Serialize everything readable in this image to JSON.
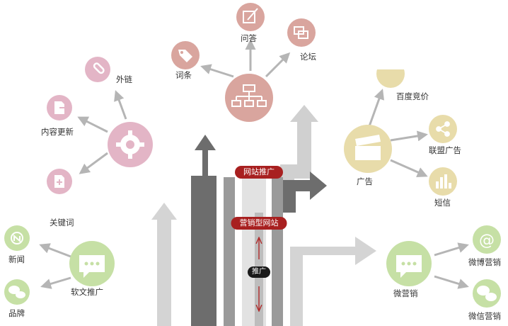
{
  "colors": {
    "pink": "#e3b5c6",
    "rose": "#d9a59e",
    "beige": "#e8dcaa",
    "green": "#c6e0a5",
    "arrow_dark": "#707070",
    "arrow_mid": "#a0a0a0",
    "arrow_light": "#cfcfcf",
    "pill_red": "#a82020",
    "pill_black": "#1a1a1a",
    "text": "#333333"
  },
  "center": {
    "website_promo": "网站推广",
    "marketing_site": "营销型网站",
    "promote": "推广"
  },
  "rose_cluster": {
    "hub_icon": "sitemap-icon",
    "items": [
      {
        "label": "词条",
        "icon": "tag-icon"
      },
      {
        "label": "问答",
        "icon": "edit-icon"
      },
      {
        "label": "论坛",
        "icon": "chat-icon"
      }
    ]
  },
  "pink_cluster": {
    "hub_icon": "gear-icon",
    "items": [
      {
        "label": "外链",
        "icon": "link-icon"
      },
      {
        "label": "内容更新",
        "icon": "file-export-icon"
      },
      {
        "label": "关键词",
        "icon": "file-add-icon"
      }
    ]
  },
  "ad_cluster": {
    "hub_label": "广告",
    "hub_icon": "clapperboard-icon",
    "items": [
      {
        "label": "百度竞价",
        "icon": "bid-icon"
      },
      {
        "label": "联盟广告",
        "icon": "share-icon"
      },
      {
        "label": "短信",
        "icon": "signal-bars-icon"
      }
    ]
  },
  "soft_cluster": {
    "hub_label": "软文推广",
    "hub_icon": "speech-bubble-icon",
    "items": [
      {
        "label": "新闻",
        "icon": "news-icon"
      },
      {
        "label": "品牌",
        "icon": "chat-bubbles-icon"
      }
    ]
  },
  "micro_cluster": {
    "hub_label": "微营销",
    "hub_icon": "speech-bubble-icon",
    "items": [
      {
        "label": "微博营销",
        "icon": "at-icon"
      },
      {
        "label": "微信营销",
        "icon": "wechat-icon"
      }
    ]
  }
}
